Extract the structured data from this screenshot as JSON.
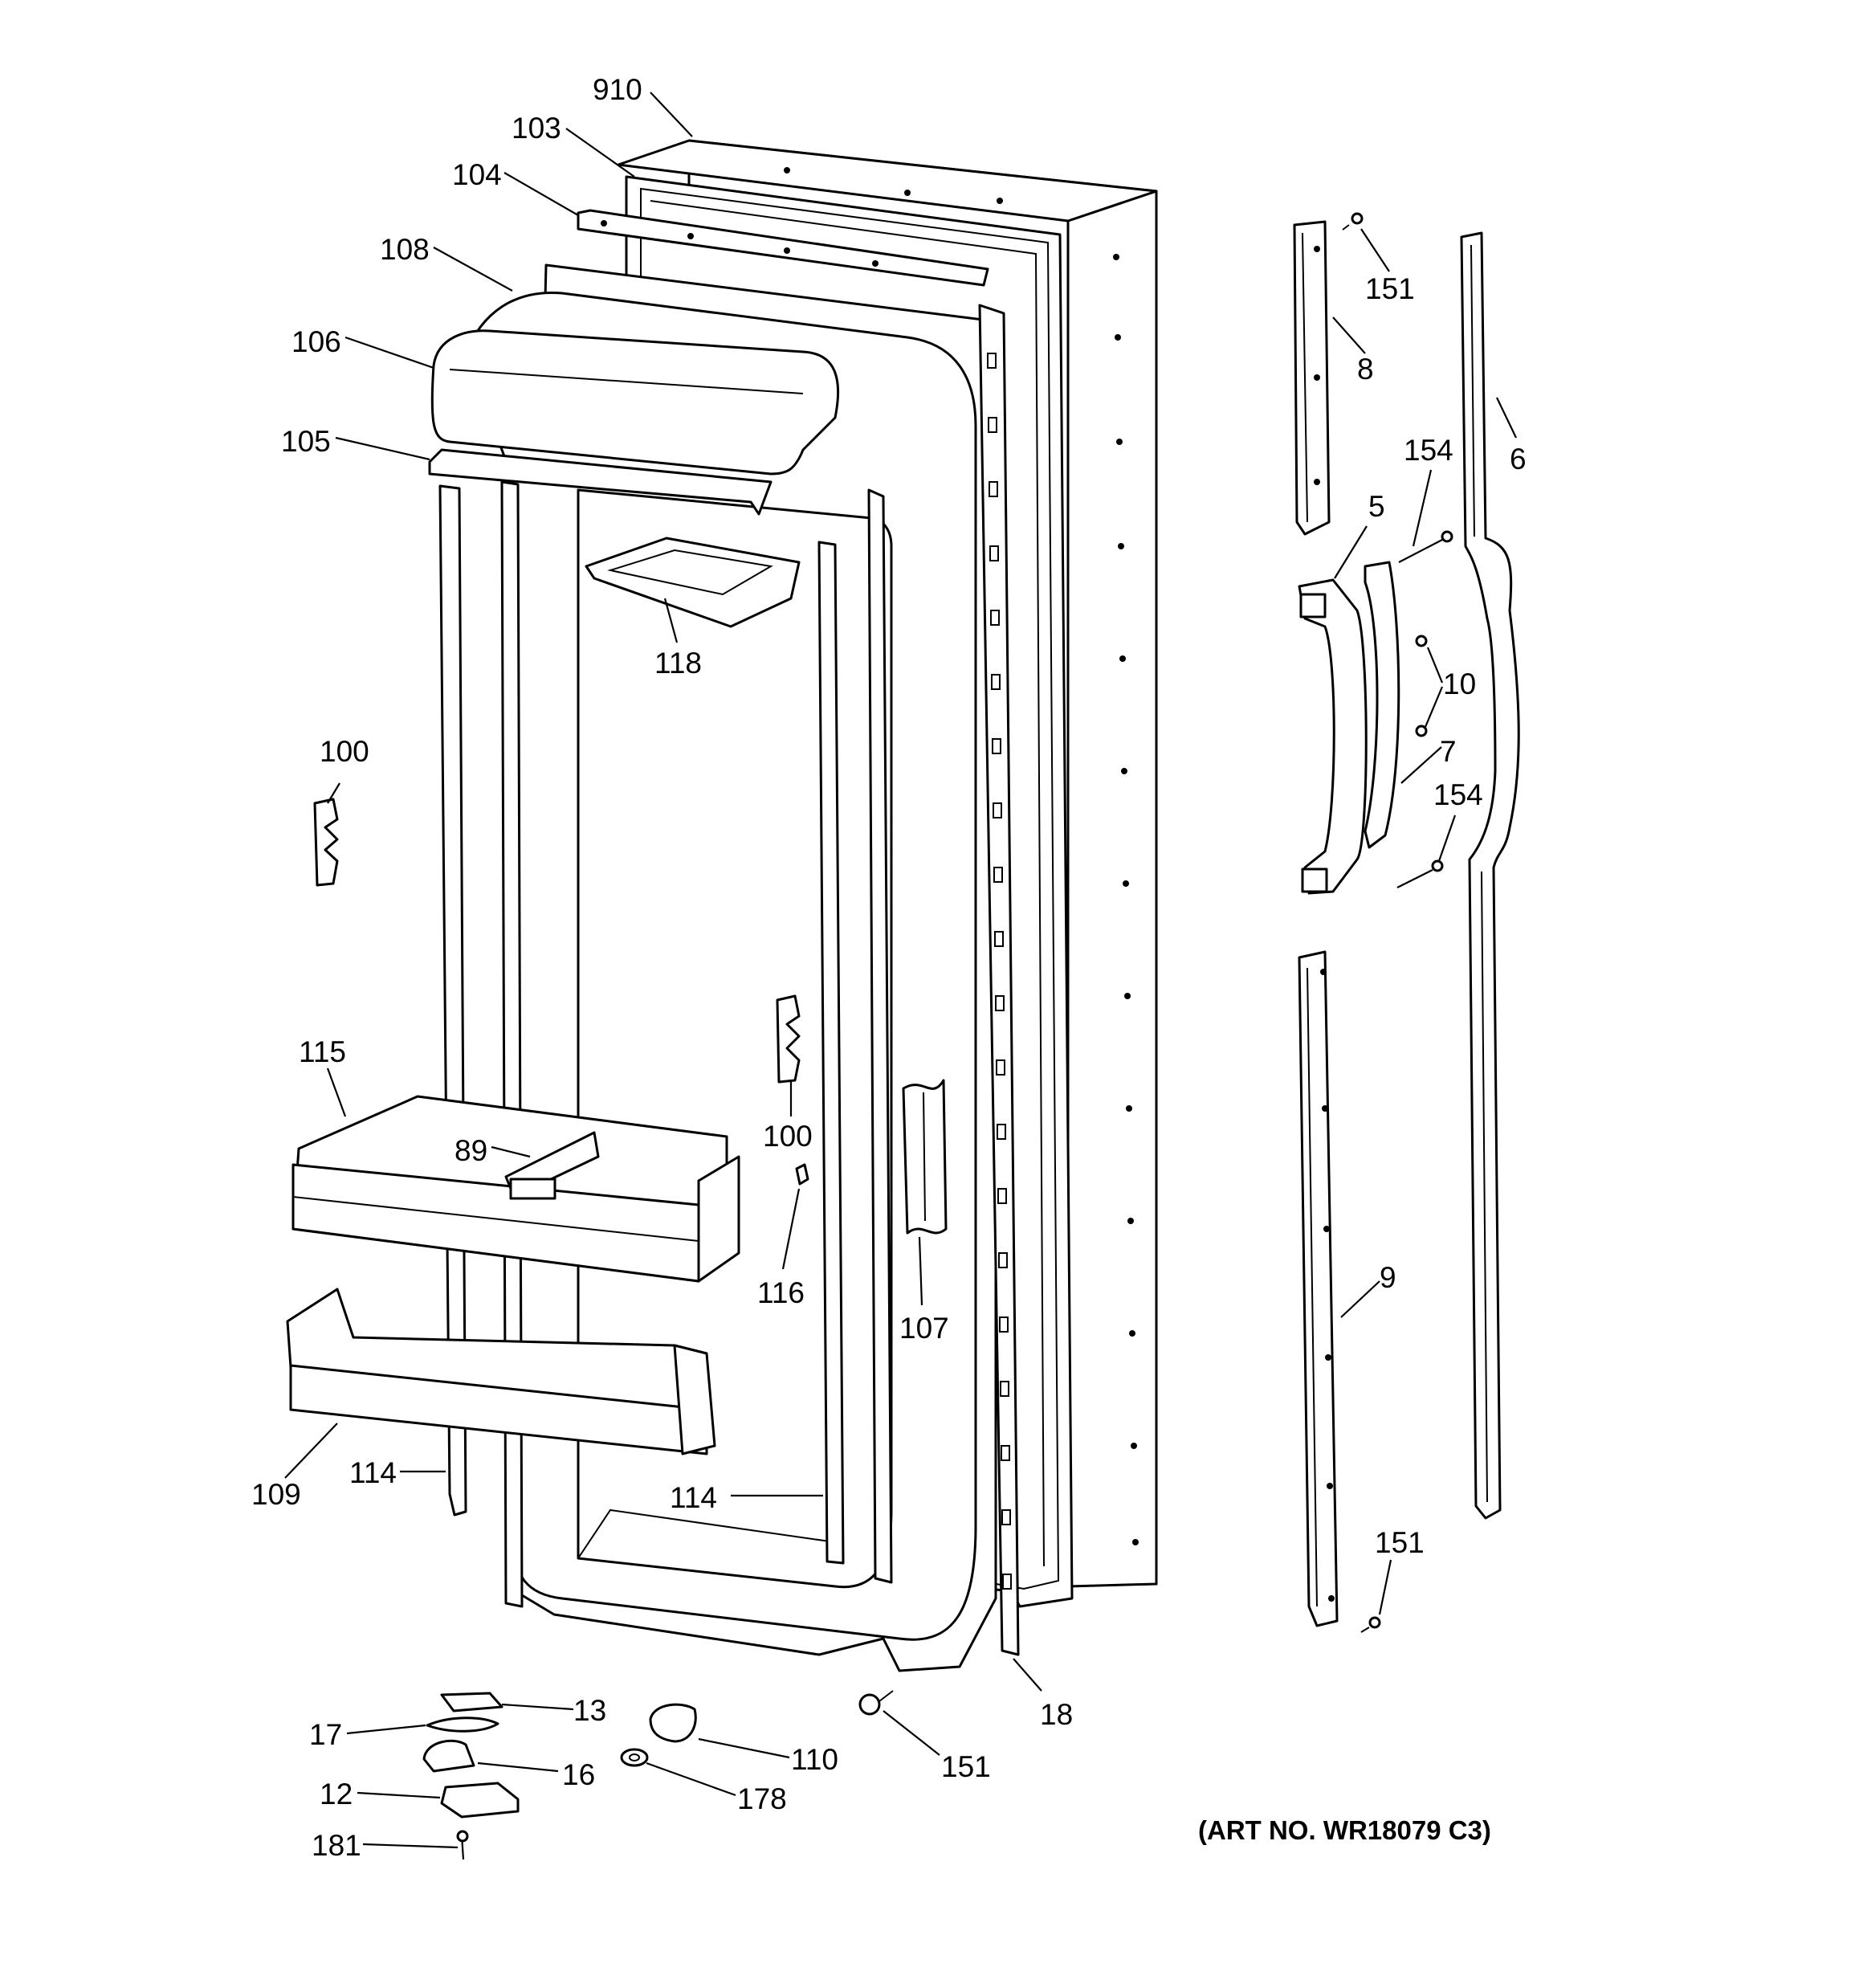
{
  "diagram": {
    "art_number": "(ART NO. WR18079 C3)",
    "callouts": [
      {
        "id": "910",
        "text": "910"
      },
      {
        "id": "103",
        "text": "103"
      },
      {
        "id": "104",
        "text": "104"
      },
      {
        "id": "108",
        "text": "108"
      },
      {
        "id": "106",
        "text": "106"
      },
      {
        "id": "105",
        "text": "105"
      },
      {
        "id": "118",
        "text": "118"
      },
      {
        "id": "100a",
        "text": "100"
      },
      {
        "id": "100b",
        "text": "100"
      },
      {
        "id": "115",
        "text": "115"
      },
      {
        "id": "89",
        "text": "89"
      },
      {
        "id": "116",
        "text": "116"
      },
      {
        "id": "107",
        "text": "107"
      },
      {
        "id": "109",
        "text": "109"
      },
      {
        "id": "114a",
        "text": "114"
      },
      {
        "id": "114b",
        "text": "114"
      },
      {
        "id": "13",
        "text": "13"
      },
      {
        "id": "17",
        "text": "17"
      },
      {
        "id": "16",
        "text": "16"
      },
      {
        "id": "12",
        "text": "12"
      },
      {
        "id": "181",
        "text": "181"
      },
      {
        "id": "110",
        "text": "110"
      },
      {
        "id": "178",
        "text": "178"
      },
      {
        "id": "151a",
        "text": "151"
      },
      {
        "id": "18",
        "text": "18"
      },
      {
        "id": "151b",
        "text": "151"
      },
      {
        "id": "8",
        "text": "8"
      },
      {
        "id": "154a",
        "text": "154"
      },
      {
        "id": "6",
        "text": "6"
      },
      {
        "id": "5",
        "text": "5"
      },
      {
        "id": "10",
        "text": "10"
      },
      {
        "id": "7",
        "text": "7"
      },
      {
        "id": "154b",
        "text": "154"
      },
      {
        "id": "9",
        "text": "9"
      },
      {
        "id": "151c",
        "text": "151"
      }
    ]
  }
}
